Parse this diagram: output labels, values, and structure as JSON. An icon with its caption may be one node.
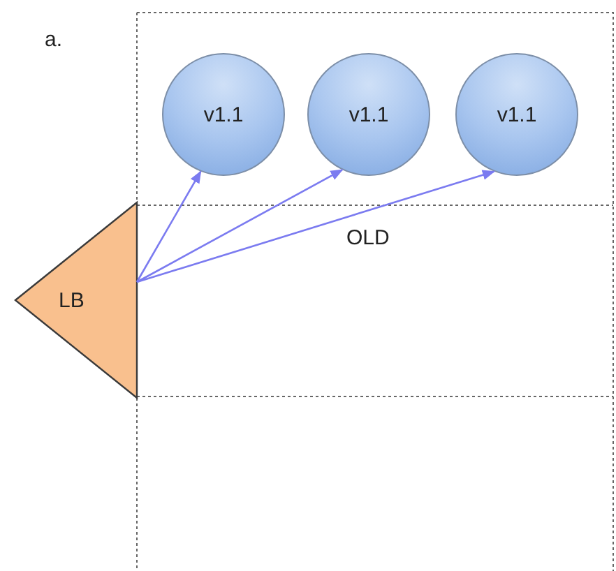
{
  "diagram": {
    "nodes": [
      {
        "text": [
          "v1.1"
        ]
      },
      {
        "text": [
          "v1.1"
        ]
      },
      {
        "text": [
          "v1.1"
        ]
      },
      {
        "text": [
          "LB"
        ]
      }
    ],
    "edges": [
      {
        "from": 3,
        "to": 0,
        "arrow": "to"
      },
      {
        "from": 3,
        "to": 1,
        "arrow": "to"
      },
      {
        "from": 3,
        "to": 2,
        "arrow": "to"
      }
    ],
    "labels": [
      "a.",
      "OLD"
    ]
  }
}
